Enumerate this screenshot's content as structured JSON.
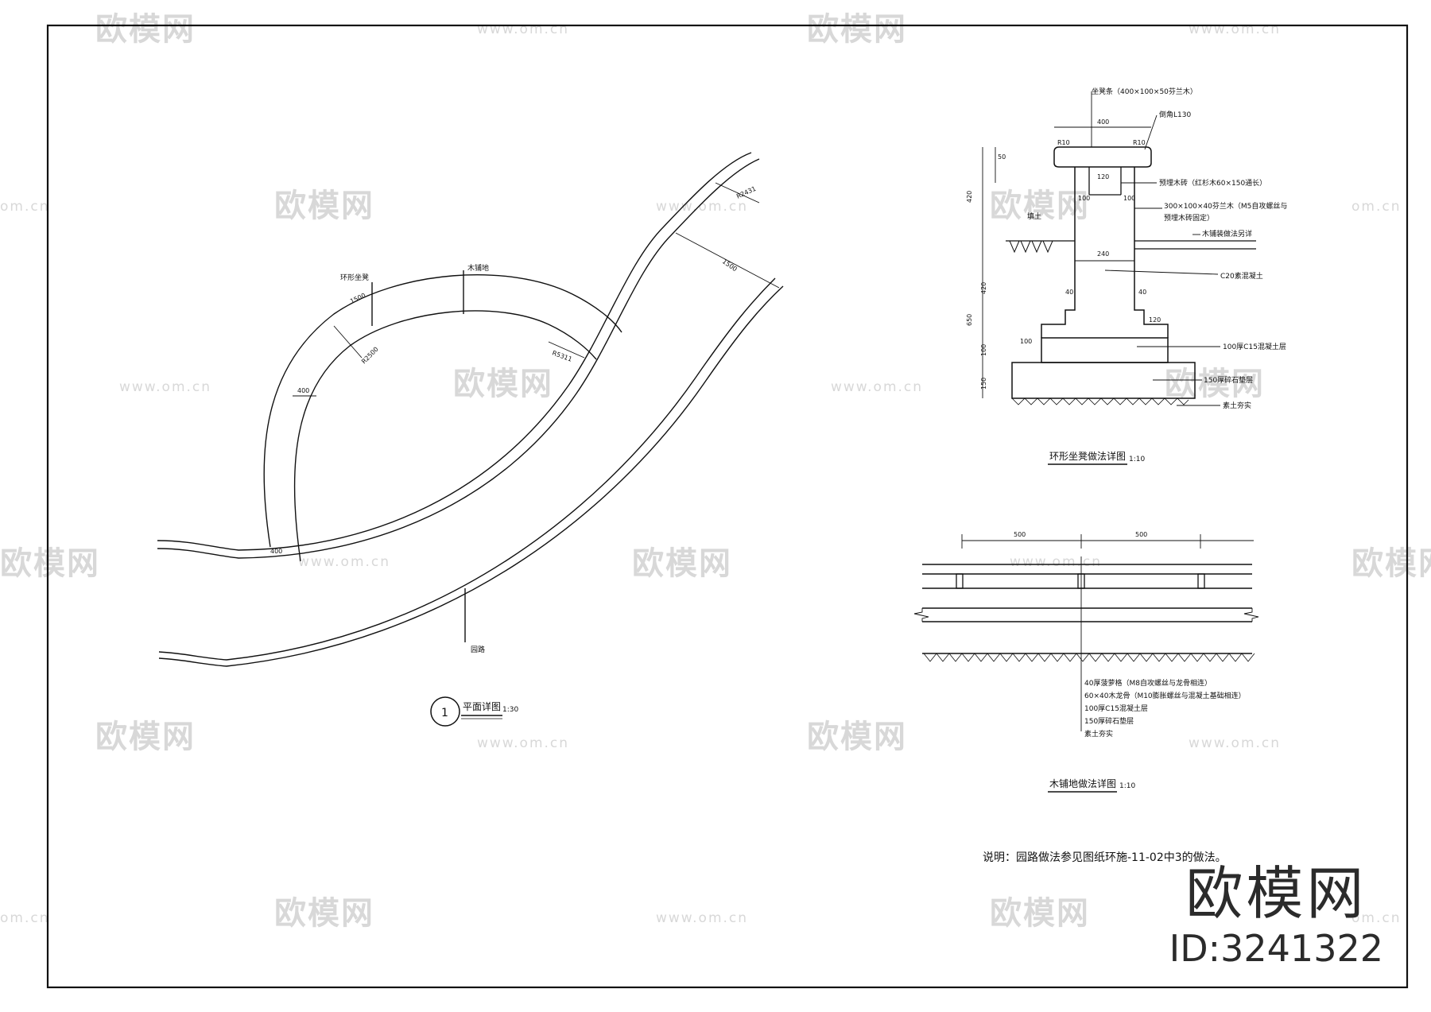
{
  "watermark": {
    "logo_text": "欧模网",
    "url_text": "www.om.cn",
    "partial_logo": "欧模网",
    "partial_url": "om.cn"
  },
  "brand": {
    "name": "欧模网",
    "id_label": "ID:3241322"
  },
  "plan_view": {
    "number": "1",
    "title": "平面详图",
    "scale": "1:30",
    "label_seat": "环形坐凳",
    "label_deck": "木铺地",
    "label_path": "园路",
    "dim_a": "1500",
    "dim_b": "400",
    "dim_c": "R2500",
    "dim_d": "R5311",
    "dim_e": "400",
    "dim_f": "R2431",
    "dim_g": "1500"
  },
  "seat_section": {
    "title": "环形坐凳做法详图",
    "scale": "1:10",
    "callouts": [
      "坐凳条（400×100×50芬兰木）",
      "倒角L130",
      "预埋木砖（红杉木60×150通长）",
      "300×100×40芬兰木（M5自攻螺丝与",
      "预埋木砖固定）",
      "木铺装做法另详",
      "C20素混凝土",
      "100厚C15混凝土层",
      "150厚碎石垫层",
      "素土夯实"
    ],
    "fill_label": "填土",
    "dims": {
      "top_width": "400",
      "chamfer_l": "R10",
      "chamfer_r": "R10",
      "cap_h": "50",
      "inner_a": "120",
      "inner_b": "100",
      "inner_c": "100",
      "wall_w": "240",
      "step_l": "40",
      "step_r": "40",
      "step_h": "120",
      "base_ext": "100",
      "h_above": "420",
      "h_wall": "420",
      "h_total": "650",
      "h_c15": "100",
      "h_gravel": "150"
    }
  },
  "deck_section": {
    "title": "木铺地做法详图",
    "scale": "1:10",
    "dim_left": "500",
    "dim_right": "500",
    "callouts": [
      "40厚菠萝格（M8自攻螺丝与龙骨相连）",
      "60×40木龙骨（M10膨胀螺丝与混凝土基础相连）",
      "100厚C15混凝土层",
      "150厚碎石垫层",
      "素土夯实"
    ]
  },
  "note": "说明：园路做法参见图纸环施-11-02中3的做法。"
}
